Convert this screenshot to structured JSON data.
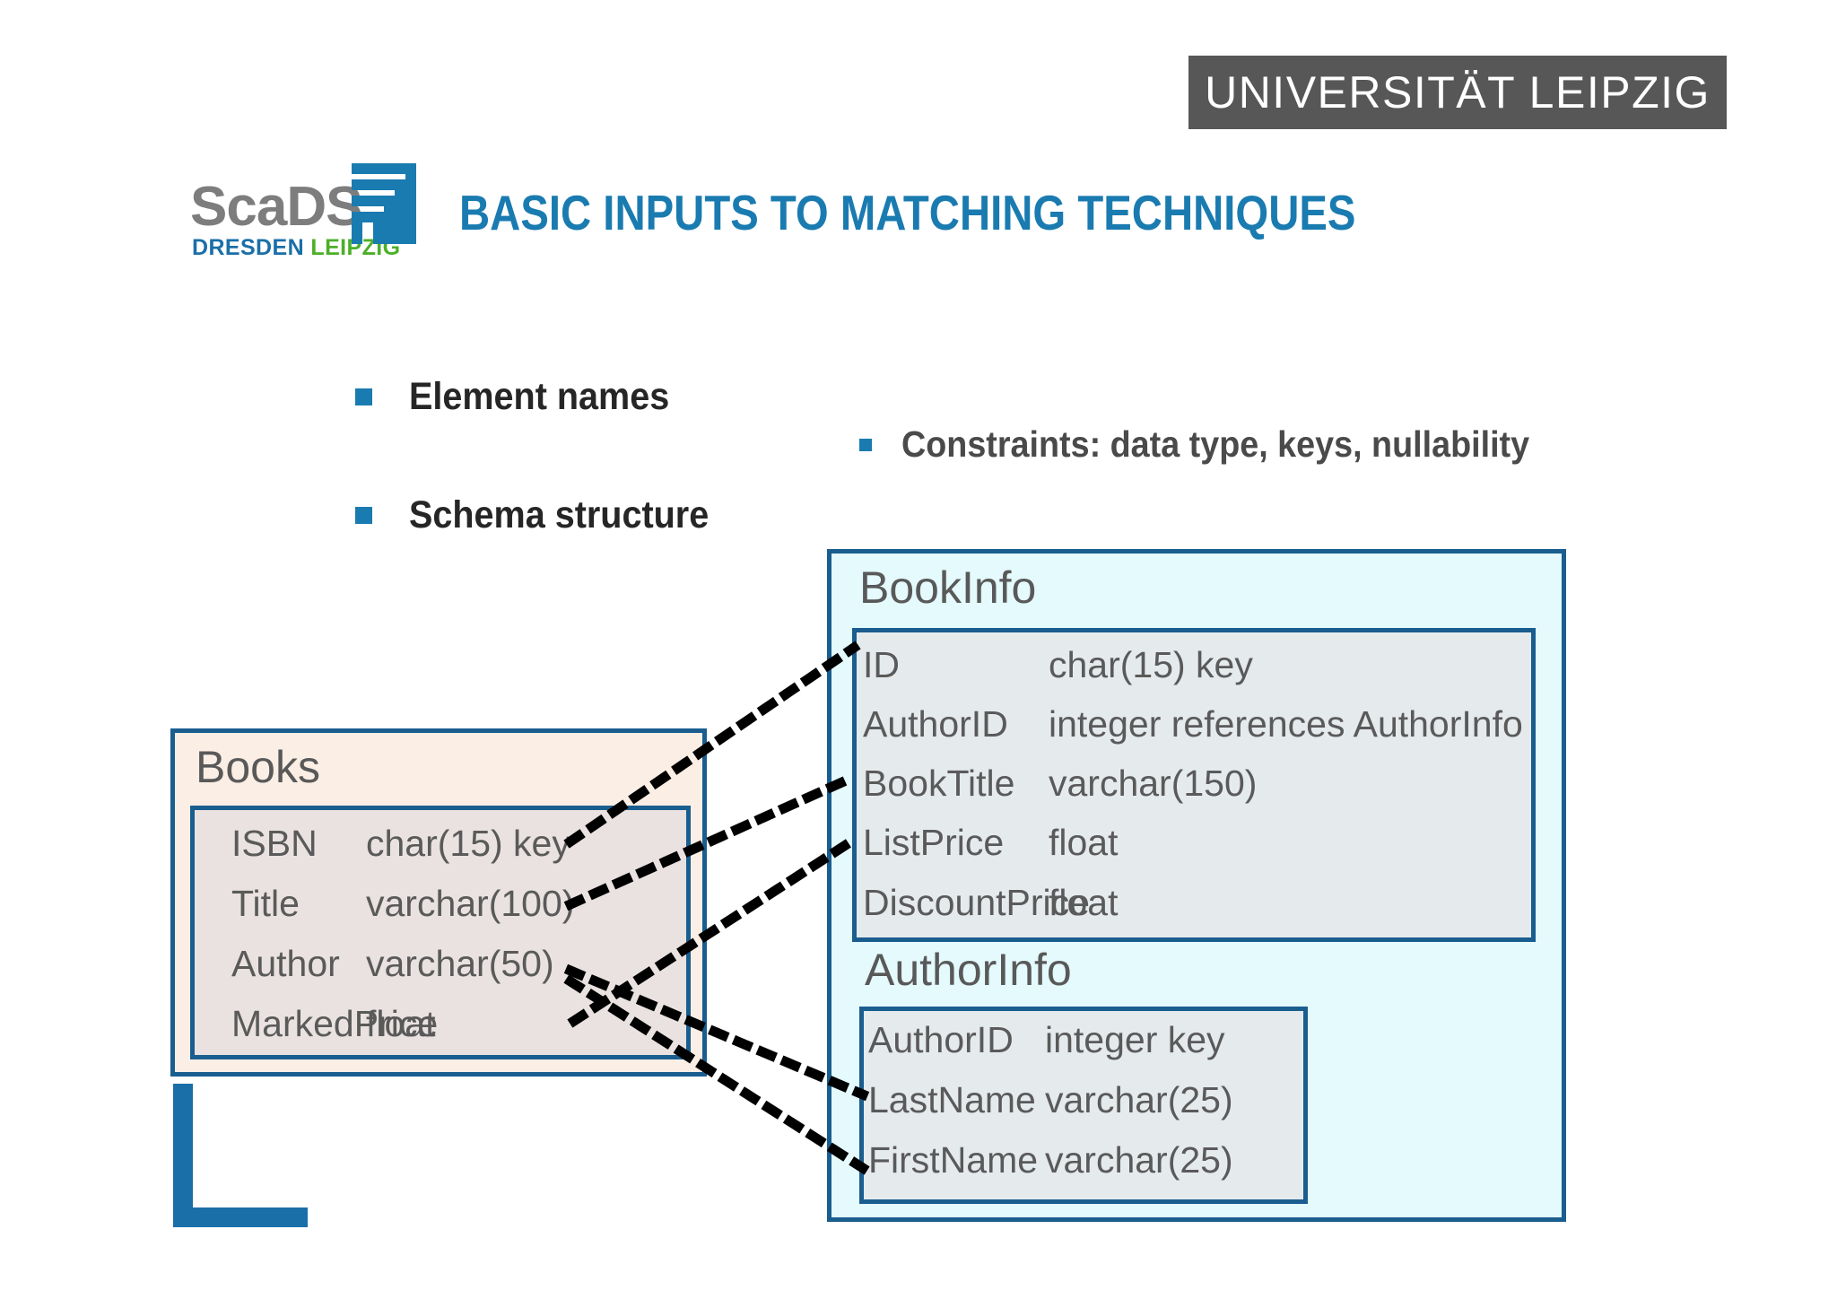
{
  "header": {
    "university_logo_text": "UNIVERSITÄT LEIPZIG",
    "brand_word": "ScaDS",
    "brand_sub_dresden": "DRESDEN",
    "brand_sub_leipzig": "LEIPZIG",
    "title": "BASIC INPUTS TO MATCHING TECHNIQUES"
  },
  "colors": {
    "title_blue": "#1a7bb0",
    "bullet_blue": "#1a7bb0",
    "box_border_blue": "#1a5d8f",
    "source_fill": "#fbeee5",
    "source_inner_fill": "#e9e2e0",
    "target_fill": "#e4fafd",
    "target_inner_fill": "#e5eaed",
    "banner_gray": "#575757",
    "text_gray": "#5a5a5a",
    "brand_gray": "#7d7d7d",
    "brand_green": "#4caf28"
  },
  "bullets": [
    {
      "label": "Element names"
    },
    {
      "label": "Schema structure"
    },
    {
      "label": "Constraints: data type, keys, nullability"
    }
  ],
  "schemas": {
    "source": {
      "name": "Books",
      "fields": [
        {
          "name": "ISBN",
          "type": "char(15) key"
        },
        {
          "name": "Title",
          "type": "varchar(100)"
        },
        {
          "name": "Author",
          "type": "varchar(50)"
        },
        {
          "name": "MarkedPrice",
          "type": "float"
        }
      ]
    },
    "target_book": {
      "name": "BookInfo",
      "fields": [
        {
          "name": "ID",
          "type": "char(15) key"
        },
        {
          "name": "AuthorID",
          "type": "integer references AuthorInfo"
        },
        {
          "name": "BookTitle",
          "type": "varchar(150)"
        },
        {
          "name": "ListPrice",
          "type": "float"
        },
        {
          "name": "DiscountPrice",
          "type": "float"
        }
      ]
    },
    "target_author": {
      "name": "AuthorInfo",
      "fields": [
        {
          "name": "AuthorID",
          "type": "integer  key"
        },
        {
          "name": "LastName",
          "type": "varchar(25)"
        },
        {
          "name": "FirstName",
          "type": "varchar(25)"
        }
      ]
    }
  },
  "correspondences": [
    {
      "from": "Books.ISBN",
      "to": "BookInfo.ID"
    },
    {
      "from": "Books.Title",
      "to": "BookInfo.BookTitle"
    },
    {
      "from": "Books.MarkedPrice",
      "to": "BookInfo.ListPrice"
    },
    {
      "from": "Books.Author",
      "to": "AuthorInfo.LastName"
    },
    {
      "from": "Books.Author",
      "to": "AuthorInfo.FirstName"
    }
  ]
}
